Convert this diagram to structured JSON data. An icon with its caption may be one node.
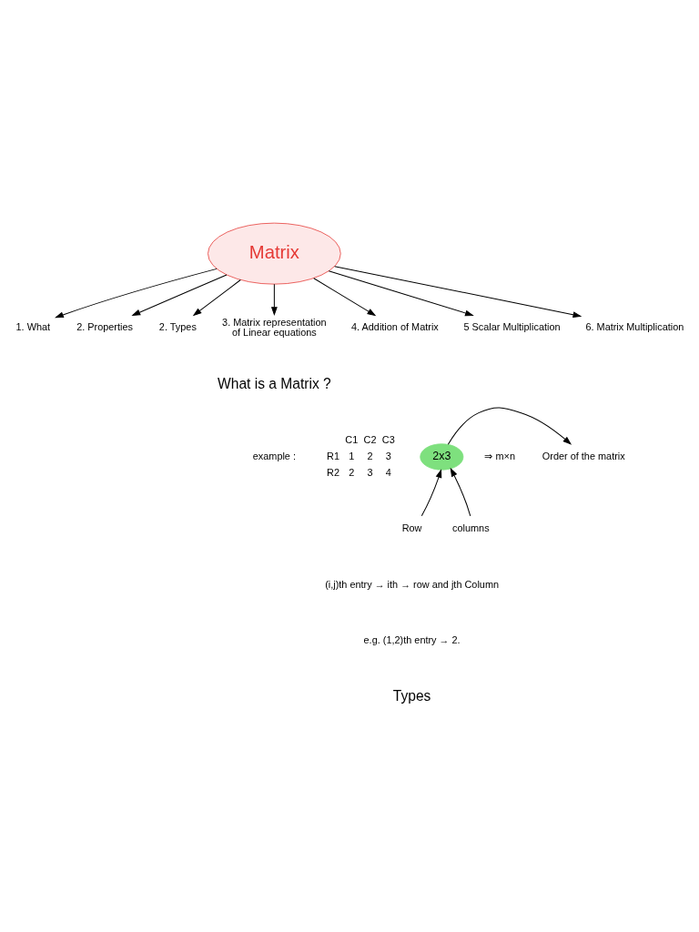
{
  "diagram": {
    "nodes": [
      {
        "text": [
          "Matrix"
        ]
      },
      {
        "text": [
          "1. What"
        ]
      },
      {
        "text": [
          "2. Properties"
        ]
      },
      {
        "text": [
          "2. Types"
        ]
      },
      {
        "text": [
          "3. Matrix representation of Linear equations"
        ]
      },
      {
        "text": [
          "4. Addition of Matrix"
        ]
      },
      {
        "text": [
          "5 Scalar Multiplication"
        ]
      },
      {
        "text": [
          "6. Matrix Multiplication"
        ]
      },
      {
        "text": [
          "2x3"
        ]
      },
      {
        "text": [
          "Order of the matrix"
        ]
      },
      {
        "text": [
          "Row"
        ]
      },
      {
        "text": [
          "columns"
        ]
      }
    ],
    "edges": [
      {
        "from": 0,
        "to": 1,
        "arrow": "to"
      },
      {
        "from": 0,
        "to": 2,
        "arrow": "to"
      },
      {
        "from": 0,
        "to": 3,
        "arrow": "to"
      },
      {
        "from": 0,
        "to": 4,
        "arrow": "to"
      },
      {
        "from": 0,
        "to": 5,
        "arrow": "to"
      },
      {
        "from": 0,
        "to": 6,
        "arrow": "to"
      },
      {
        "from": 0,
        "to": 7,
        "arrow": "to"
      },
      {
        "from": 8,
        "to": 9,
        "arrow": "to"
      },
      {
        "from": 10,
        "to": 8,
        "arrow": "to"
      },
      {
        "from": 11,
        "to": 8,
        "arrow": "to"
      }
    ],
    "labels": [
      "What is a Matrix ?",
      "example :",
      "C1",
      "C2",
      "C3",
      "R1",
      "1",
      "2",
      "3",
      "R2",
      "2",
      "3",
      "4",
      "⇒ m×n",
      "(i,j)th entry → ith → row and jth Column",
      "e.g. (1,2)th entry → 2.",
      "Types"
    ]
  }
}
